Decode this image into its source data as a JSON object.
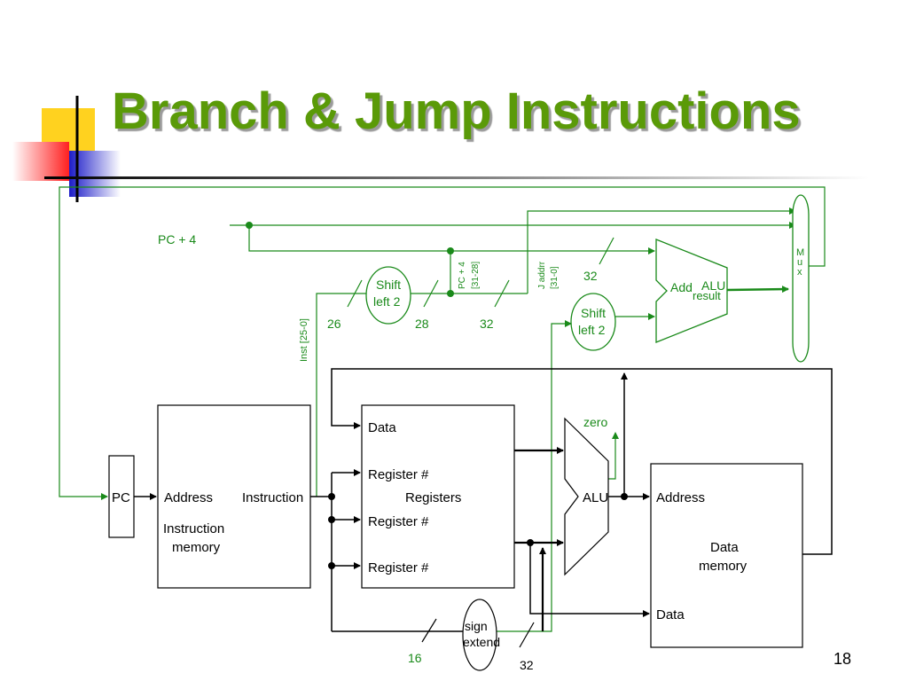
{
  "title": "Branch & Jump Instructions",
  "page_number": "18",
  "labels": {
    "pc_plus_4": "PC + 4",
    "shift_left_2": [
      "Shift",
      "left 2"
    ],
    "pc4_bits": [
      "PC + 4",
      "[31-28]"
    ],
    "j_addr": [
      "J addrr",
      "[31-0]"
    ],
    "inst_bits": "Inst [25-0]",
    "width_26": "26",
    "width_28": "28",
    "width_32": "32",
    "width_16": "16",
    "add": "Add",
    "alu_result": [
      "ALU",
      "result"
    ],
    "mux": [
      "M",
      "u",
      "x"
    ],
    "zero": "zero",
    "pc": "PC",
    "address": "Address",
    "instruction": "Instruction",
    "instruction_memory": [
      "Instruction",
      "memory"
    ],
    "data": "Data",
    "register_num": "Register #",
    "registers": "Registers",
    "alu": "ALU",
    "data_memory": [
      "Data",
      "memory"
    ],
    "sign_extend": [
      "sign",
      "extend"
    ]
  },
  "colors": {
    "title": "#5a9a08",
    "control": "#1a8a1a",
    "datapath": "#000000",
    "deco_yellow": "#ffd21f",
    "deco_red": "#ff2b2b",
    "deco_blue": "#2b2bd6"
  }
}
